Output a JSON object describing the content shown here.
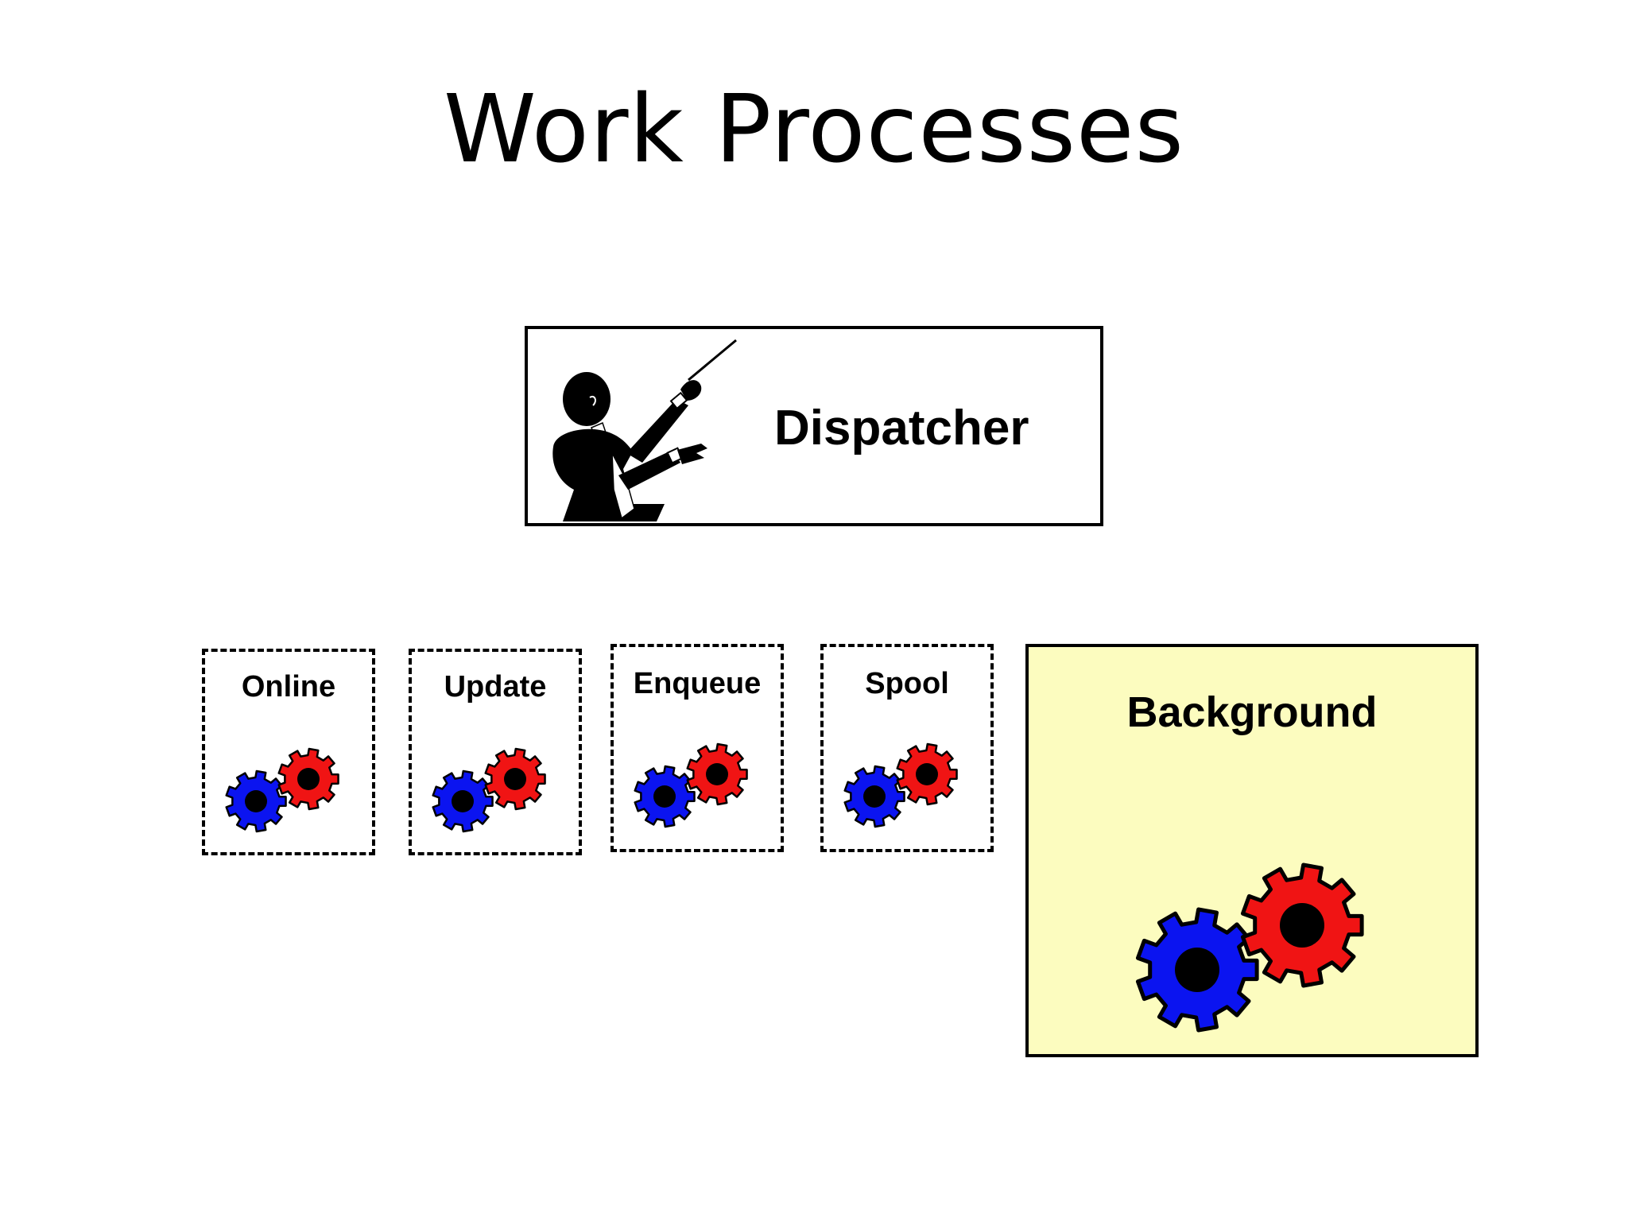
{
  "title": "Work Processes",
  "dispatcher": {
    "label": "Dispatcher",
    "icon": "conductor-icon"
  },
  "processes": [
    {
      "label": "Online",
      "icon": "gears-icon"
    },
    {
      "label": "Update",
      "icon": "gears-icon"
    },
    {
      "label": "Enqueue",
      "icon": "gears-icon"
    },
    {
      "label": "Spool",
      "icon": "gears-icon"
    }
  ],
  "background": {
    "label": "Background",
    "icon": "gears-icon",
    "fill_color": "#fcfcbf"
  },
  "colors": {
    "gear_blue": "#0b14f0",
    "gear_red": "#f01414",
    "hub": "#000000"
  }
}
